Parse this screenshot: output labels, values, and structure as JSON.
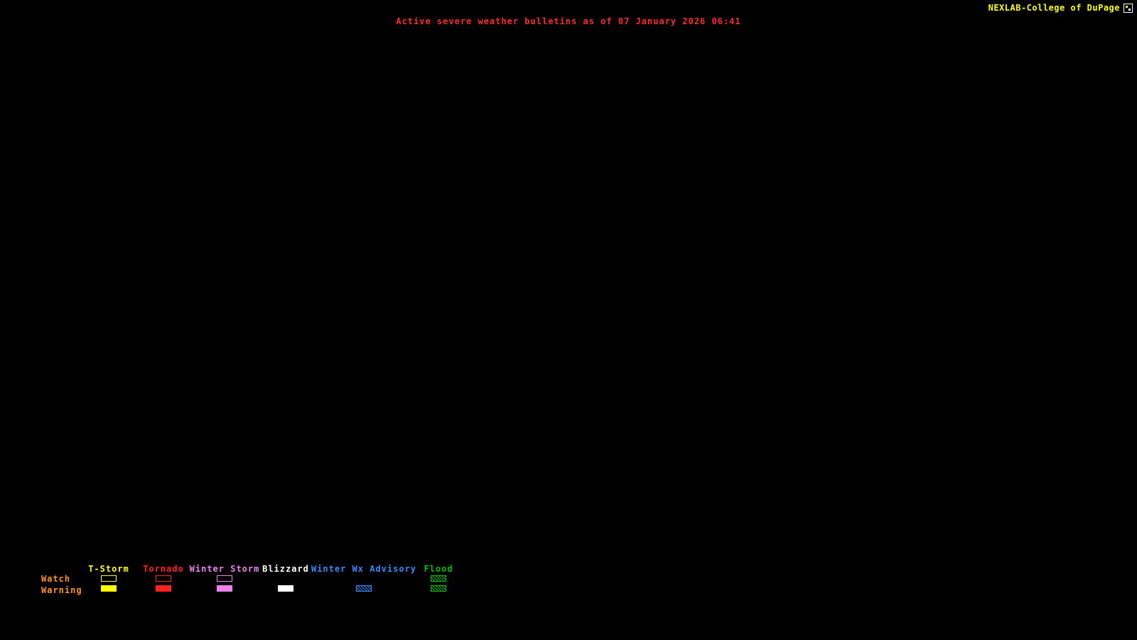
{
  "header": {
    "title": "Active severe weather bulletins as of 07 January 2026 06:41",
    "title_color": "#ff2a2a",
    "attribution": "NEXLAB-College of DuPage",
    "attribution_color": "#ffff00"
  },
  "map": {
    "background": "#000000",
    "note": "no active bulletin polygons displayed"
  },
  "legend": {
    "row_labels": [
      {
        "label": "Watch",
        "color": "#ff9518"
      },
      {
        "label": "Warning",
        "color": "#ff9518"
      }
    ],
    "categories": [
      {
        "label": "T-Storm",
        "color": "#ffff00",
        "watch": {
          "style": "outline",
          "color": "#ffff00"
        },
        "warning": {
          "style": "solid",
          "color": "#ffff00"
        }
      },
      {
        "label": "Tornado",
        "color": "#ff2020",
        "watch": {
          "style": "outline",
          "color": "#ff2020"
        },
        "warning": {
          "style": "solid",
          "color": "#ff2020"
        }
      },
      {
        "label": "Winter Storm",
        "color": "#ee82ee",
        "watch": {
          "style": "outline",
          "color": "#ee82ee"
        },
        "warning": {
          "style": "solid",
          "color": "#ee82ee"
        }
      },
      {
        "label": "Blizzard",
        "color": "#ffffff",
        "watch": {
          "style": "none"
        },
        "warning": {
          "style": "solid",
          "color": "#ffffff"
        }
      },
      {
        "label": "Winter Wx Advisory",
        "color": "#2e8cff",
        "watch": {
          "style": "none"
        },
        "warning": {
          "style": "hatch",
          "color": "#2e8cff"
        }
      },
      {
        "label": "Flood",
        "color": "#00c000",
        "watch": {
          "style": "hatch",
          "color": "#00c000"
        },
        "warning": {
          "style": "hatch",
          "color": "#00c000"
        }
      }
    ]
  }
}
